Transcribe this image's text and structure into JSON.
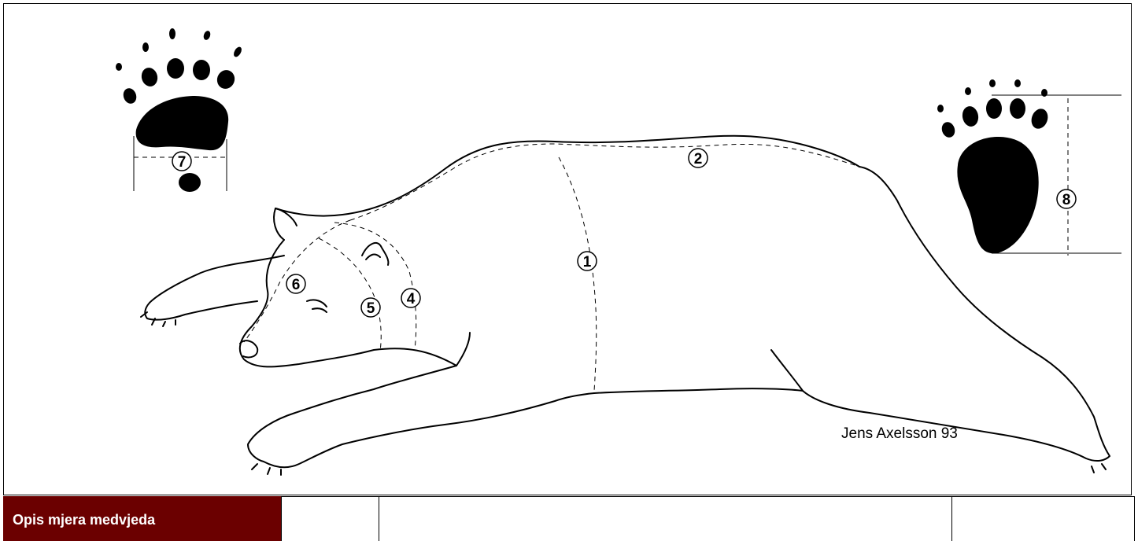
{
  "drawing": {
    "measure_numbers": [
      "1",
      "2",
      "4",
      "5",
      "6",
      "7",
      "8"
    ],
    "signature": "Jens Axelsson 93"
  },
  "table": {
    "title": "Opis mjera medvjeda",
    "title_bg": "#6b0000"
  }
}
